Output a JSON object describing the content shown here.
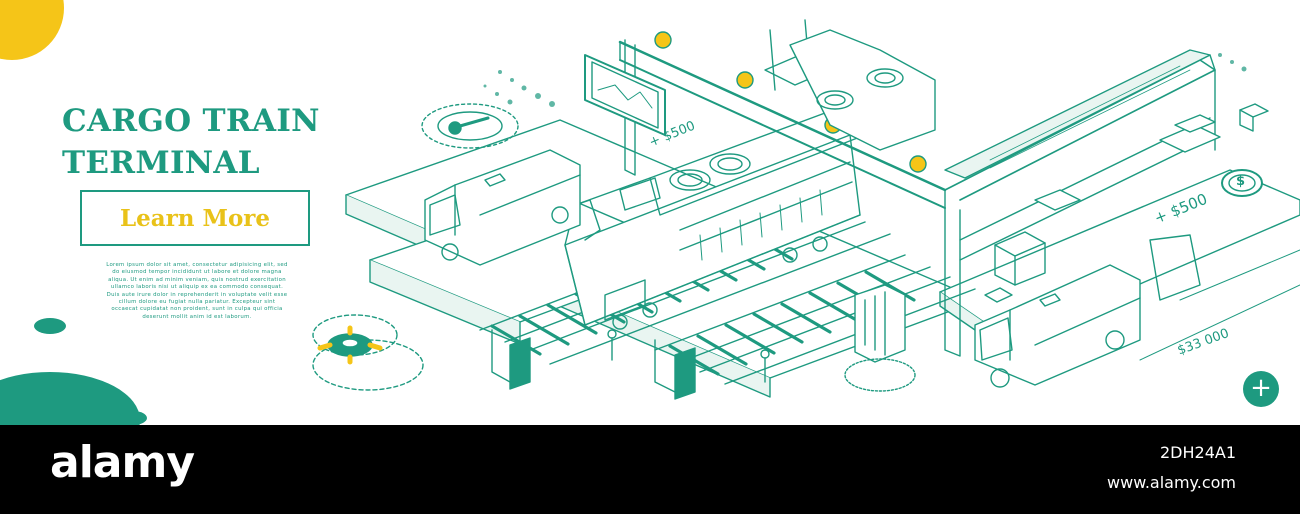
{
  "hero": {
    "title_line1": "CARGO TRAIN",
    "title_line2": "TERMINAL",
    "cta_label": "Learn More",
    "body_text": "Lorem ipsum dolor sit amet, consectetur adipisicing elit, sed do eiusmod tempor incididunt ut labore et dolore magna aliqua. Ut enim ad minim veniam, quis nostrud exercitation ullamco laboris nisi ut aliquip ex ea commodo consequat. Duis aute irure dolor in reprehenderit in voluptate velit esse cillum dolore eu fugiat nulla pariatur. Excepteur sint occaecat cupidatat non proident, sunt in culpa qui officia deserunt mollit anim id est laborum."
  },
  "illustration": {
    "price_top": "+ $500",
    "price_right": "+ $500",
    "price_bottom": "$33 000",
    "dollar_symbol": "$"
  },
  "plus_button": "+",
  "watermark": {
    "brand": "alamy",
    "image_id": "2DH24A1",
    "url": "www.alamy.com"
  },
  "colors": {
    "accent_teal": "#1e9a80",
    "accent_yellow": "#f5c518",
    "watermark_bg": "#000000"
  }
}
